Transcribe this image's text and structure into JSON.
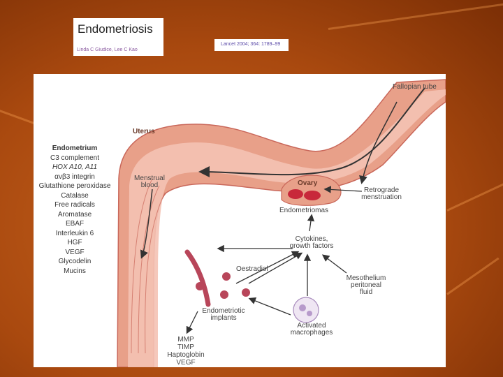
{
  "slide": {
    "title": "Endometriosis",
    "authors": "Linda C Giudice, Lee C Kao",
    "citation": "Lancet 2004; 364: 1789–99"
  },
  "diagram": {
    "labels": {
      "fallopian_tube": "Fallopian tube",
      "uterus": "Uterus",
      "menstrual_blood_1": "Menstrual",
      "menstrual_blood_2": "blood",
      "ovary": "Ovary",
      "retrograde_1": "Retrograde",
      "retrograde_2": "menstruation",
      "endometriomas": "Endometriomas",
      "cytokines_1": "Cytokines,",
      "cytokines_2": "growth factors",
      "oestradiol": "Oestradiol",
      "mesothelium_1": "Mesothelium",
      "mesothelium_2": "peritoneal",
      "mesothelium_3": "fluid",
      "implants_1": "Endometriotic",
      "implants_2": "implants",
      "macrophages_1": "Activated",
      "macrophages_2": "macrophages"
    },
    "endometrium_list": [
      "Endometrium",
      "C3 complement",
      "HOX A10, A11",
      "αvβ3 integrin",
      "Glutathione peroxidase",
      "Catalase",
      "Free radicals",
      "Aromatase",
      "EBAF",
      "Interleukin 6",
      "HGF",
      "VEGF",
      "Glycodelin",
      "Mucins"
    ],
    "implant_list": [
      "MMP",
      "TIMP",
      "Haptoglobin",
      "VEGF"
    ],
    "colors": {
      "tissue": "#e8a089",
      "tissue_dark": "#c9675a",
      "lining": "#f4c2b4",
      "ovary_spot": "#c8283a",
      "implant": "#b8465a",
      "arrow": "#333333"
    }
  }
}
